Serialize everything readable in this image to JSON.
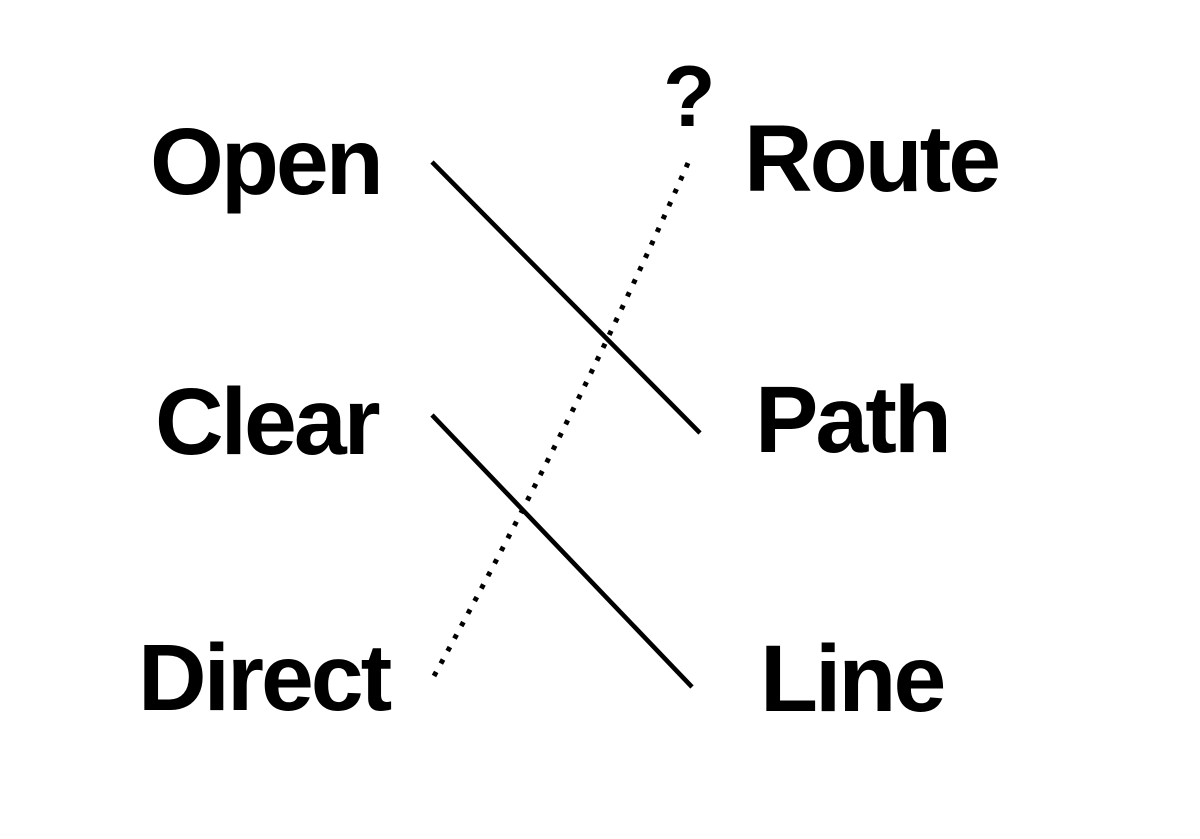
{
  "puzzle": {
    "question_mark": "?",
    "left_words": [
      "Open",
      "Clear",
      "Direct"
    ],
    "right_words": [
      "Route",
      "Path",
      "Line"
    ],
    "connections": [
      {
        "from": "Open",
        "to": "Path",
        "style": "solid"
      },
      {
        "from": "Clear",
        "to": "Line",
        "style": "solid"
      },
      {
        "from": "Direct",
        "to": "Route",
        "style": "dotted",
        "marked_with": "?"
      }
    ],
    "colors": {
      "background": "#ffffff",
      "ink": "#000000"
    }
  }
}
